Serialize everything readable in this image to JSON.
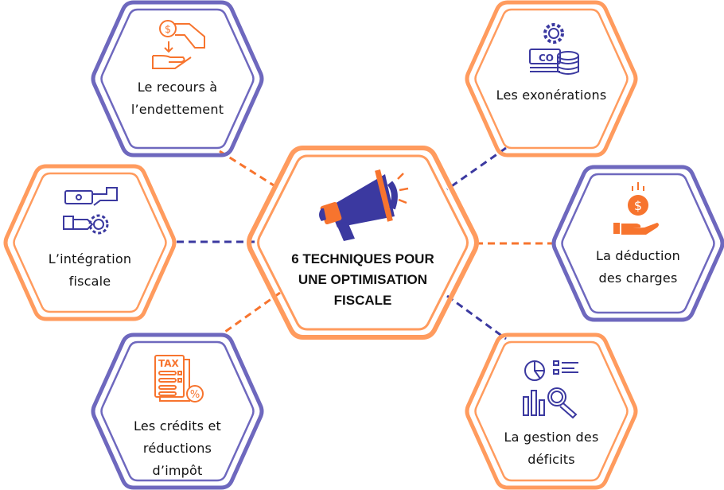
{
  "title": "6 TECHNIQUES POUR UNE OPTIMISATION FISCALE",
  "colors": {
    "orange": "#FF9B5E",
    "orange_icon": "#F7742E",
    "purple": "#6E68BE",
    "purple_icon": "#3B39A0",
    "text": "#111111"
  },
  "center": {
    "line1": "6 TECHNIQUES POUR",
    "line2": "UNE OPTIMISATION",
    "line3": "FISCALE",
    "icon": "megaphone-icon"
  },
  "nodes": [
    {
      "id": "endettement",
      "line1": "Le recours à",
      "line2": "l’endettement",
      "icon": "coin-to-hand-icon",
      "border": "purple"
    },
    {
      "id": "exonerations",
      "line1": "Les exonérations",
      "icon": "money-gear-coins-icon",
      "border": "orange"
    },
    {
      "id": "integration",
      "line1": "L’intégration",
      "line2": "fiscale",
      "icon": "hands-money-gear-icon",
      "border": "orange"
    },
    {
      "id": "deduction",
      "line1": "La déduction",
      "line2": "des charges",
      "icon": "hand-coin-icon",
      "border": "purple"
    },
    {
      "id": "credits",
      "line1": "Les crédits et",
      "line2": "réductions",
      "line3": "d’impôt",
      "icon": "tax-document-icon",
      "border": "purple"
    },
    {
      "id": "deficits",
      "line1": "La gestion des",
      "line2": "déficits",
      "icon": "analytics-magnifier-icon",
      "border": "orange"
    }
  ]
}
